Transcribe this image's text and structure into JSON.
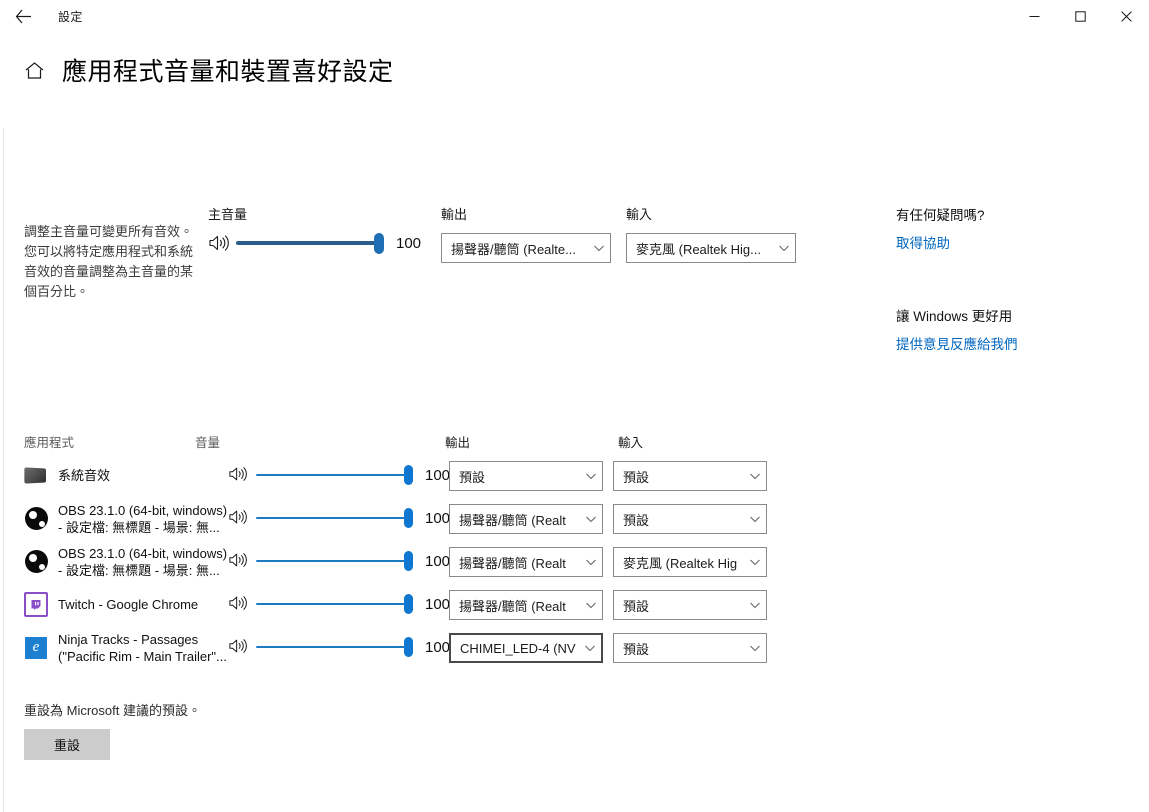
{
  "window": {
    "app_title": "設定",
    "back_icon": "back-arrow-icon",
    "minimize_label": "–",
    "maximize_label": "□",
    "close_label": "✕"
  },
  "page": {
    "home_icon": "home-icon",
    "title": "應用程式音量和裝置喜好設定"
  },
  "master": {
    "description": "調整主音量可變更所有音效。您可以將特定應用程式和系統音效的音量調整為主音量的某個百分比。",
    "volume_label": "主音量",
    "volume_value": "100",
    "speaker_icon": "speaker-icon",
    "output_label": "輸出",
    "output_value": "揚聲器/聽筒 (Realte...",
    "input_label": "輸入",
    "input_value": "麥克風 (Realtek Hig..."
  },
  "help": {
    "question_heading": "有任何疑問嗎?",
    "get_help_link": "取得協助",
    "improve_heading": "讓 Windows 更好用",
    "feedback_link": "提供意見反應給我們"
  },
  "apps": {
    "headers": {
      "app": "應用程式",
      "volume": "音量",
      "output": "輸出",
      "input": "輸入"
    },
    "rows": [
      {
        "icon": "system-sounds-icon",
        "name": "系統音效",
        "volume": "100",
        "output": "預設",
        "input": "預設",
        "output_focused": false
      },
      {
        "icon": "obs-icon",
        "name": "OBS 23.1.0 (64-bit, windows)\n- 設定檔: 無標題 - 場景: 無...",
        "volume": "100",
        "output": "揚聲器/聽筒 (Realt",
        "input": "預設",
        "output_focused": false
      },
      {
        "icon": "obs-icon",
        "name": "OBS 23.1.0 (64-bit, windows)\n- 設定檔: 無標題 - 場景: 無...",
        "volume": "100",
        "output": "揚聲器/聽筒 (Realt",
        "input": "麥克風 (Realtek Hig",
        "output_focused": false
      },
      {
        "icon": "twitch-icon",
        "name": "Twitch - Google Chrome",
        "volume": "100",
        "output": "揚聲器/聽筒 (Realt",
        "input": "預設",
        "output_focused": false
      },
      {
        "icon": "edge-icon",
        "name": "Ninja Tracks - Passages\n(\"Pacific Rim - Main Trailer\"...",
        "volume": "100",
        "output": "CHIMEI_LED-4 (NV",
        "input": "預設",
        "output_focused": true
      }
    ]
  },
  "reset": {
    "description": "重設為 Microsoft 建議的預設。",
    "button_label": "重設"
  },
  "colors": {
    "accent": "#0078d4",
    "link": "#0067c0",
    "master_track": "#2b5c8a",
    "app_track": "#1a7bc4",
    "button_bg": "#cccccc"
  }
}
